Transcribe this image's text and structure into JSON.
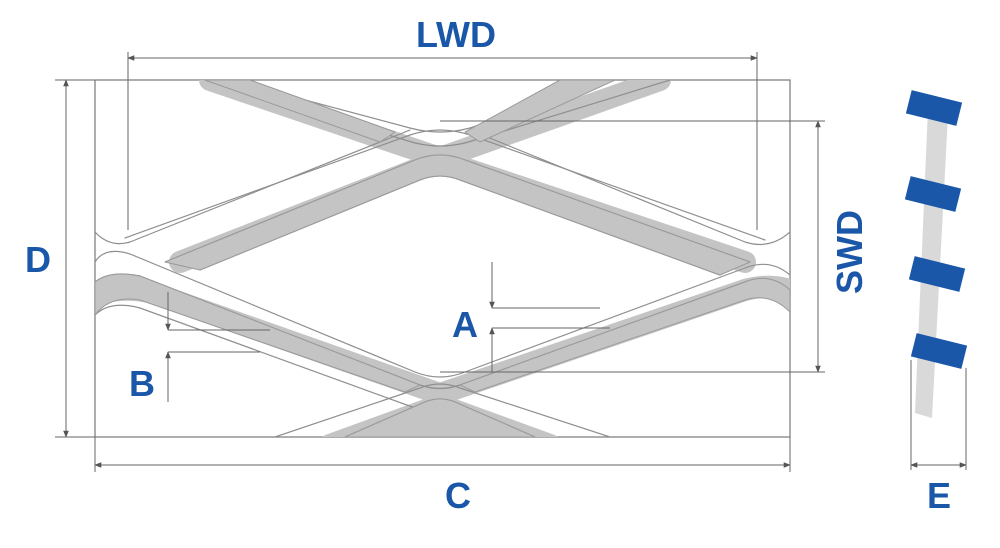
{
  "labels": {
    "lwd": "LWD",
    "swd": "SWD",
    "d": "D",
    "c": "C",
    "a": "A",
    "b": "B",
    "e": "E"
  },
  "colors": {
    "label": "#1a57a8",
    "strand_face": "#c4c4c4",
    "strand_edge": "#9e9e9e",
    "line": "#6f6f6f",
    "bond_tab": "#1a57a8",
    "side_strand": "#d9d9d9"
  }
}
